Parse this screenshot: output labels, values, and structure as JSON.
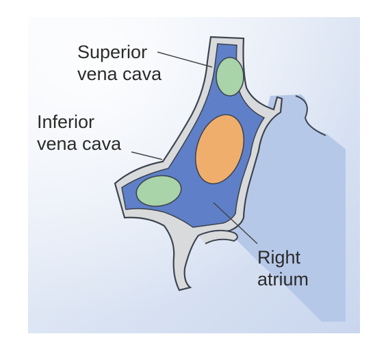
{
  "labels": {
    "superior_vena_cava": [
      "Superior",
      "vena cava"
    ],
    "inferior_vena_cava": [
      "Inferior",
      "vena cava"
    ],
    "right_atrium": [
      "Right",
      "atrium"
    ]
  },
  "colors": {
    "background_light": "#f3f6fb",
    "background_blue": "#c9d6ee",
    "vessel_wall": "#d9dadc",
    "vessel_outline": "#3d4450",
    "blood_blue": "#5f80c8",
    "green_section": "#a9d3a8",
    "orange_section": "#f0ae6c",
    "label_text": "#2b2b2b",
    "leader_line": "#444444"
  }
}
